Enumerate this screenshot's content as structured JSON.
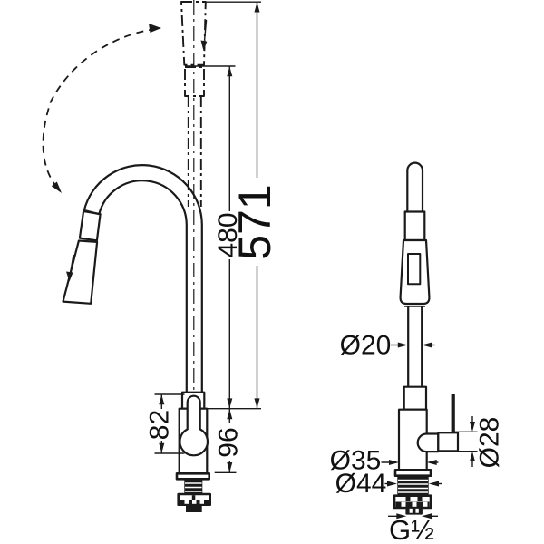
{
  "page": {
    "background": "#ffffff",
    "line_color": "#1a1a1a"
  },
  "labels": {
    "overall_height": "571",
    "spout_height": "480",
    "dock_slot_length": "82",
    "body_height": "96",
    "hose_tube_diameter": "Ø20",
    "body_diameter": "Ø35",
    "base_diameter": "Ø44",
    "handle_diameter": "Ø28",
    "thread_size": "G½"
  }
}
